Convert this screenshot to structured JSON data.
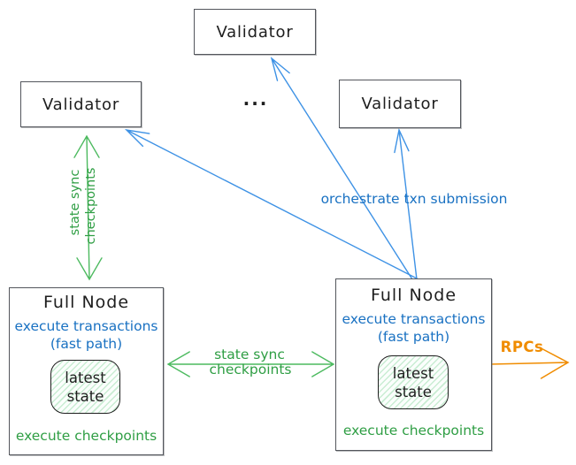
{
  "validators": [
    {
      "label": "Validator"
    },
    {
      "label": "Validator"
    },
    {
      "label": "Validator"
    }
  ],
  "ellipsis": "...",
  "full_nodes": [
    {
      "title": "Full Node",
      "capability_line1": "execute transactions",
      "capability_line2": "(fast path)",
      "state": {
        "line1": "latest",
        "line2": "state"
      },
      "footer": "execute checkpoints"
    },
    {
      "title": "Full Node",
      "capability_line1": "execute transactions",
      "capability_line2": "(fast path)",
      "state": {
        "line1": "latest",
        "line2": "state"
      },
      "footer": "execute checkpoints"
    }
  ],
  "edges": {
    "validator_fullnode_sync": {
      "line1": "state sync",
      "line2": "checkpoints"
    },
    "fullnode_fullnode_sync": {
      "line1": "state sync",
      "line2": "checkpoints"
    },
    "orchestrate": {
      "label": "orchestrate txn submission"
    },
    "rpcs": {
      "label": "RPCs"
    }
  },
  "colors": {
    "green_text": "#2f9e44",
    "green_arrow": "#4cba5f",
    "blue_text": "#1971c2",
    "blue_arrow": "#3e92e5",
    "orange": "#f08c00",
    "box_border": "#53565c",
    "text": "#1e1e1e",
    "state_fill_hatch": "#c9edd3"
  }
}
